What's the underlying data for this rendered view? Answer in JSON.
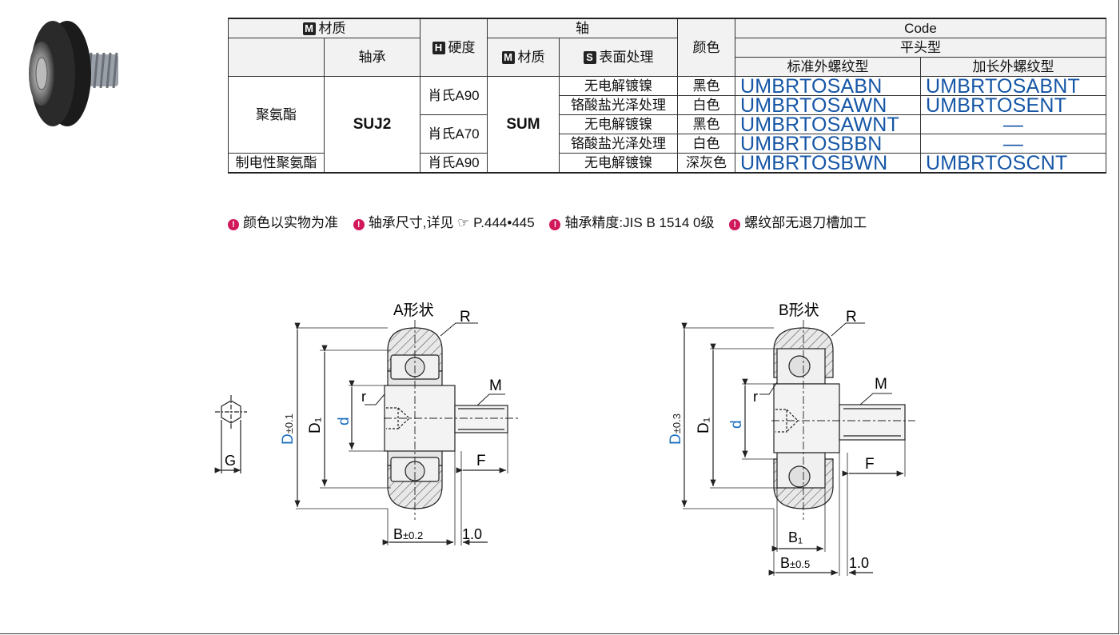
{
  "table": {
    "hdr_material": "材质",
    "hdr_material_tag": "M",
    "hdr_bearing": "轴承",
    "hdr_hardness_tag": "H",
    "hdr_hardness": "硬度",
    "hdr_shaft": "轴",
    "hdr_shaft_material_tag": "M",
    "hdr_shaft_material": "材质",
    "hdr_surface_tag": "S",
    "hdr_surface": "表面处理",
    "hdr_color": "颜色",
    "hdr_code": "Code",
    "hdr_flat": "平头型",
    "hdr_std": "标准外螺纹型",
    "hdr_long": "加长外螺纹型",
    "mat1": "聚氨酯",
    "mat2": "制电性聚氨酯",
    "bearing": "SUJ2",
    "hard1": "肖氏A90",
    "hard2": "肖氏A70",
    "hard3": "肖氏A90",
    "shaft_mat": "SUM",
    "rows": [
      {
        "surface": "无电解镀镍",
        "color": "黑色",
        "std": "UMBRTOSABN",
        "long": "UMBRTOSABNT"
      },
      {
        "surface": "铬酸盐光泽处理",
        "color": "白色",
        "std": "UMBRTOSAWN",
        "long": "UMBRTOSENT"
      },
      {
        "surface": "无电解镀镍",
        "color": "黑色",
        "std": "UMBRTOSAWNT",
        "long": "—"
      },
      {
        "surface": "铬酸盐光泽处理",
        "color": "白色",
        "std": "UMBRTOSBBN",
        "long": "—"
      },
      {
        "surface": "无电解镀镍",
        "color": "深灰色",
        "std": "UMBRTOSBWN",
        "long": "UMBRTOSCNT"
      }
    ]
  },
  "notes": [
    "颜色以实物为准",
    "轴承尺寸,详见 ☞ P.444•445",
    "轴承精度:JIS  B  1514  0级",
    "螺纹部无退刀槽加工"
  ],
  "drawing": {
    "a_title": "A形状",
    "b_title": "B形状",
    "R": "R",
    "r": "r",
    "M": "M",
    "F": "F",
    "G": "G",
    "D_a": "D",
    "D_a_tol": "±0.1",
    "D_b": "D",
    "D_b_tol": "±0.3",
    "D1": "D₁",
    "d": "d",
    "B_a": "B",
    "B_a_tol": "±0.2",
    "B_b": "B",
    "B_b_tol": "±0.5",
    "B1": "B₁",
    "gap": "1.0"
  },
  "colors": {
    "code_blue": "#1556a6",
    "note_pin": "#d0185b",
    "dim_blue": "#1a6fc0"
  }
}
